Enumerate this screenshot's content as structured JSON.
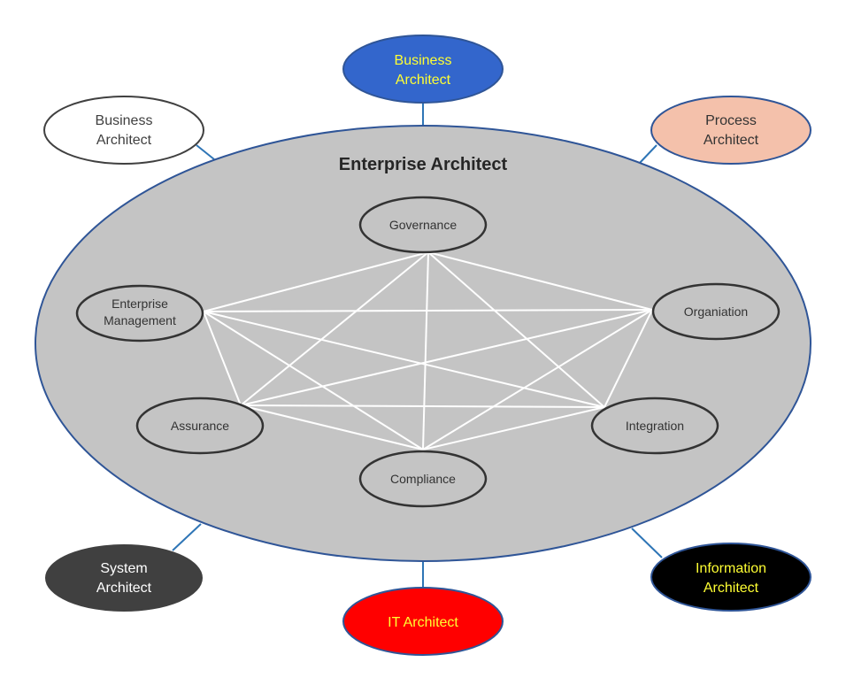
{
  "center": {
    "title": "Enterprise Architect",
    "fill": "#c4c4c4",
    "border": "#2f5597"
  },
  "outer_roles": [
    {
      "id": "business-top",
      "lines": [
        "Business",
        "Architect"
      ],
      "fill": "#3366cc",
      "text_color": "#ffff33",
      "border": "#2f5597"
    },
    {
      "id": "process",
      "lines": [
        "Process",
        "Architect"
      ],
      "fill": "#f4c1ab",
      "text_color": "#333333",
      "border": "#2f5597"
    },
    {
      "id": "information",
      "lines": [
        "Information",
        "Architect"
      ],
      "fill": "#000000",
      "text_color": "#ffff33",
      "border": "#2f5597"
    },
    {
      "id": "it",
      "lines": [
        "IT Architect"
      ],
      "fill": "#ff0000",
      "text_color": "#ffff33",
      "border": "#2f5597"
    },
    {
      "id": "system",
      "lines": [
        "System",
        "Architect"
      ],
      "fill": "#404040",
      "text_color": "#ffffff",
      "border": "#404040"
    },
    {
      "id": "business-left",
      "lines": [
        "Business",
        "Architect"
      ],
      "fill": "#ffffff",
      "text_color": "#404040",
      "border": "#404040"
    }
  ],
  "disciplines": [
    {
      "id": "governance",
      "lines": [
        "Governance"
      ]
    },
    {
      "id": "organiation",
      "lines": [
        "Organiation"
      ]
    },
    {
      "id": "integration",
      "lines": [
        "Integration"
      ]
    },
    {
      "id": "compliance",
      "lines": [
        "Compliance"
      ]
    },
    {
      "id": "assurance",
      "lines": [
        "Assurance"
      ]
    },
    {
      "id": "enterprise-management",
      "lines": [
        "Enterprise",
        "Management"
      ]
    }
  ],
  "colors": {
    "connector": "#2e75b6",
    "mesh": "#ffffff",
    "node_fill": "#c4c4c4",
    "node_border": "#333333"
  }
}
